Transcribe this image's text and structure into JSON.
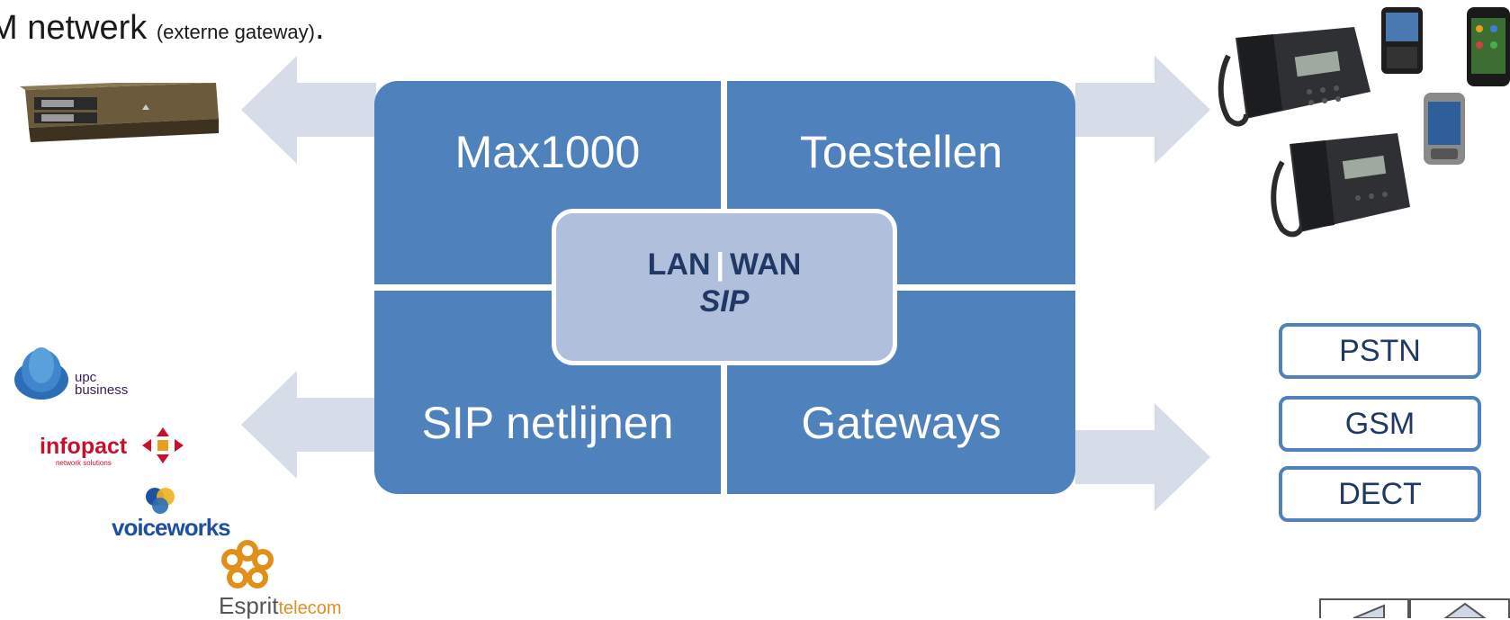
{
  "heading": {
    "main": "M netwerk",
    "sub": "(externe gateway)",
    "end": "."
  },
  "quadrants": {
    "top_left": "Max1000",
    "top_right": "Toestellen",
    "bottom_left": "SIP netlijnen",
    "bottom_right": "Gateways"
  },
  "center": {
    "lan": "LAN",
    "sep": "|",
    "wan": "WAN",
    "protocol": "SIP"
  },
  "gateway_boxes": [
    "PSTN",
    "GSM",
    "DECT"
  ],
  "providers": {
    "upc": "upc\nbusiness",
    "upc_line1": "upc",
    "upc_line2": "business",
    "infopact": "infopact",
    "infopact_sub": "network solutions",
    "voiceworks": "voiceworks",
    "esprit": "Esprit",
    "esprit_suffix": "telecom"
  },
  "colors": {
    "quad": "#4f81bd",
    "center": "#b0c0dc",
    "arrow": "#d6dce8",
    "text_dark": "#1f3864"
  },
  "icons": [
    "gateway-device-icon",
    "desk-phone-icon",
    "smartphone-icon",
    "nav-back-icon",
    "nav-home-icon"
  ]
}
